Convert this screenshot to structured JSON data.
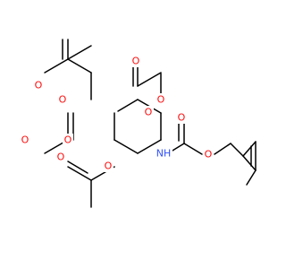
{
  "colors": {
    "bond": "#000000",
    "oxygen": "#ff0d0d",
    "nitrogen": "#3050f8",
    "background": "#ffffff"
  },
  "atom_labels": {
    "o_ring": "O",
    "o_c6": "O",
    "o_c6_carbonyl": "O",
    "o_c1": "O",
    "o_c1_carbonyl": "O",
    "o_c4": "O",
    "o_c4_carbonyl": "O",
    "o_c3": "O",
    "o_c3_carbonyl": "O",
    "nh": "NH",
    "o_carbamate_carbonyl": "O",
    "o_carbamate_ester": "O"
  }
}
